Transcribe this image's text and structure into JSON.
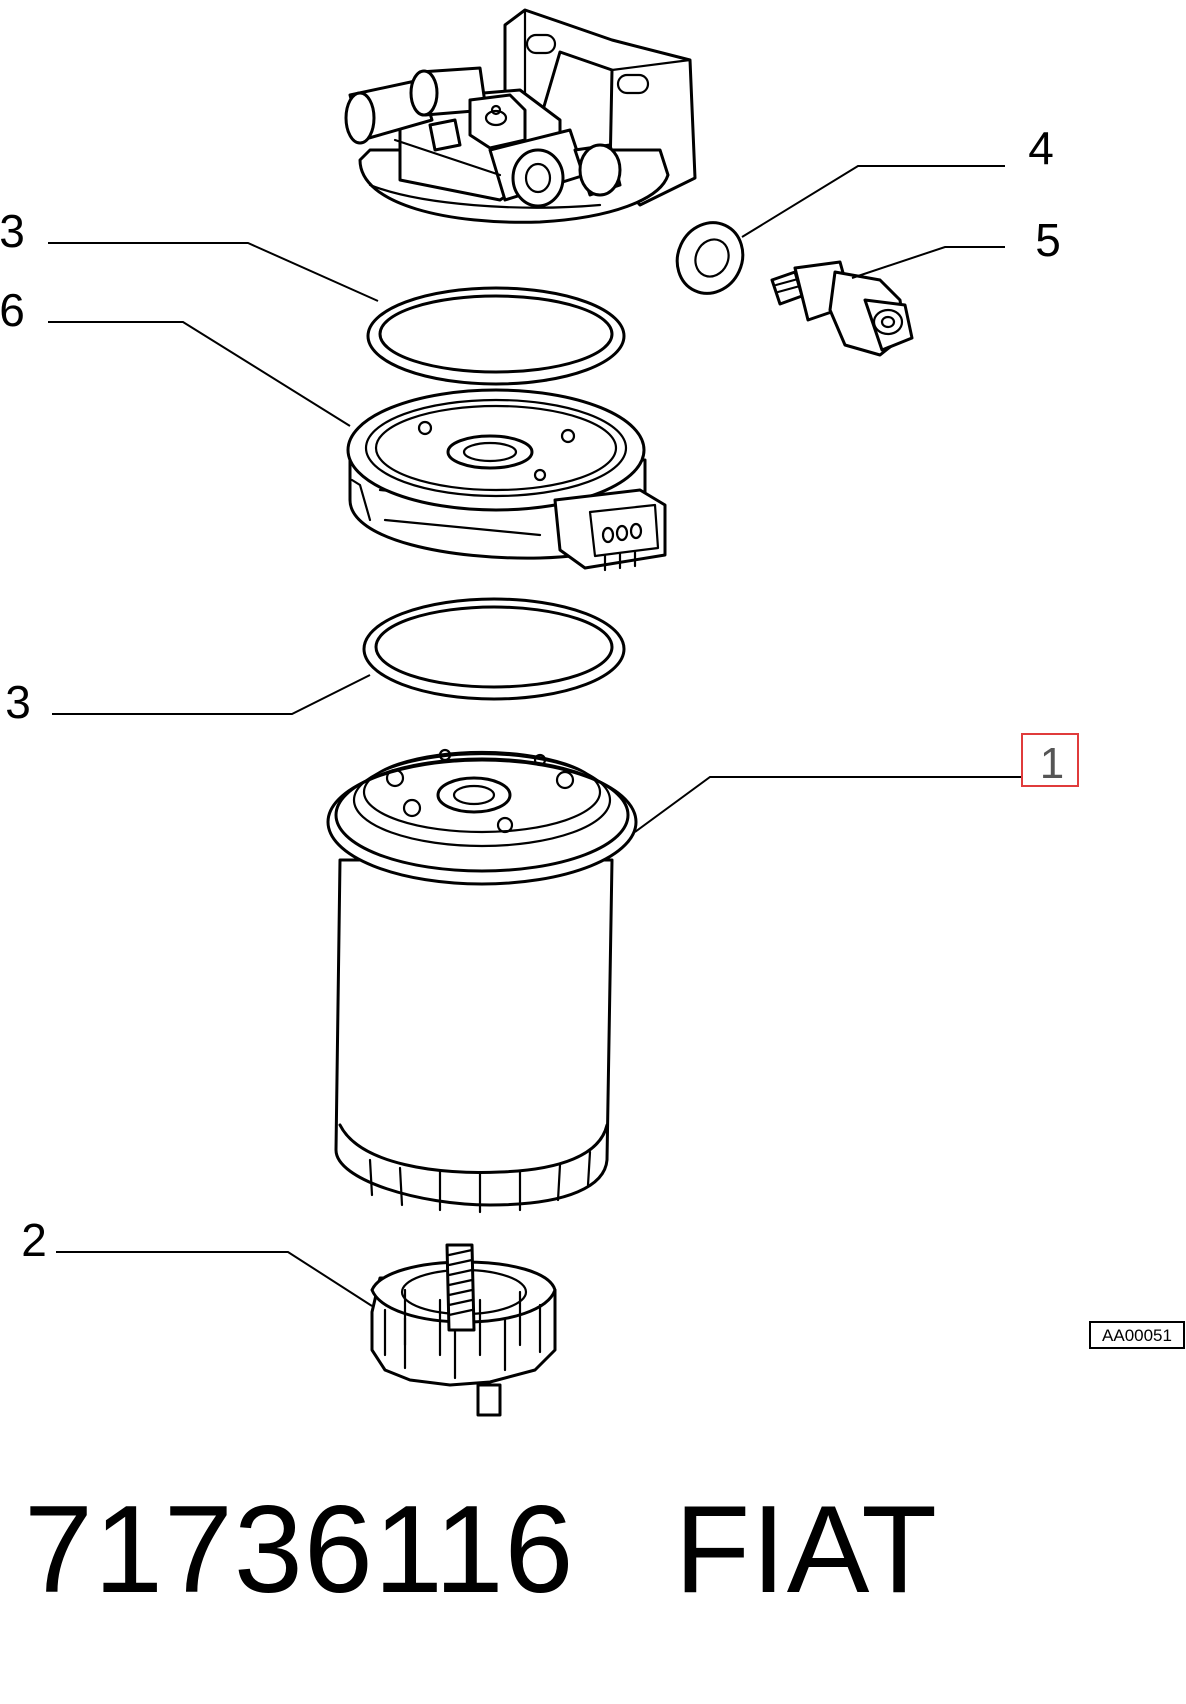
{
  "diagram": {
    "callouts": [
      {
        "label": "4"
      },
      {
        "label": "5"
      },
      {
        "label": "3"
      },
      {
        "label": "6"
      },
      {
        "label": "3"
      },
      {
        "label": "1",
        "highlighted": true
      },
      {
        "label": "2"
      }
    ],
    "reference_code": "AA00051",
    "highlight_color": "#e03b3b"
  },
  "footer": {
    "part_number": "71736116",
    "brand": "FIAT"
  }
}
